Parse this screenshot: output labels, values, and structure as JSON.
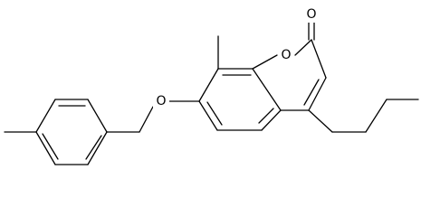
{
  "structure": {
    "atoms": {
      "ring_oxygen": "O",
      "carbonyl_oxygen": "O",
      "ether_oxygen": "O"
    },
    "colors": {
      "bond": "#000000",
      "background": "#ffffff"
    }
  }
}
